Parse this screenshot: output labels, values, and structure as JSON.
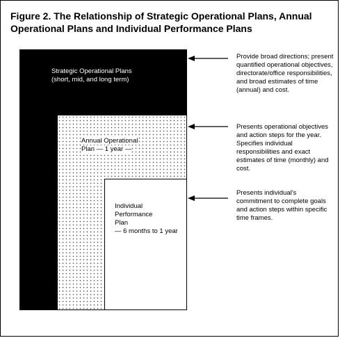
{
  "figure": {
    "title": "Figure 2. The Relationship of Strategic Operational Plans, Annual Operational Plans and Individual Performance Plans"
  },
  "boxes": {
    "strategic": {
      "label": "Strategic Operational Plans\n(short, mid, and long term)"
    },
    "annual": {
      "label": "Annual Operational\nPlan — 1 year —"
    },
    "individual": {
      "label": "Individual\nPerformance\nPlan\n— 6 months to 1 year"
    }
  },
  "descriptions": [
    {
      "text": "Provide broad directions; present quantified operational objectives, directorate/office responsibilities, and broad estimates of time (annual) and cost."
    },
    {
      "text": "Presents operational objectives and action steps for the year. Specifies individual responsibilities and exact estimates of time (monthly) and cost."
    },
    {
      "text": "Presents individual's commitment to complete goals and action steps within specific time frames."
    }
  ],
  "colors": {
    "strategic_fill": "#000000",
    "annual_fill": "dotted",
    "individual_fill": "#ffffff"
  }
}
